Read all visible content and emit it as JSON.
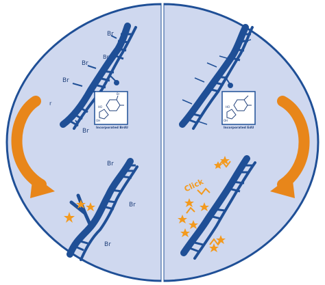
{
  "colors": {
    "background": "#ffffff",
    "panel_fill": "#cfd8ef",
    "panel_border": "#1f4f96",
    "dna": "#1f4f96",
    "divider": "#ffffff",
    "arrow": "#e8861a",
    "star": "#f39a1e",
    "label_text": "#1f3f7a"
  },
  "left_panel": {
    "dna_labels_top": [
      "Br",
      "Br",
      "Br",
      "Br",
      "Br"
    ],
    "structure_caption": "Incorporated BrdU",
    "dna_labels_bottom": [
      "Br",
      "Br",
      "Br"
    ],
    "icons": [
      "curved-arrow-icon",
      "antibody-icon",
      "star-icon"
    ]
  },
  "right_panel": {
    "structure_caption": "Incorporated EdU",
    "click_label": "Click",
    "icons": [
      "curved-arrow-icon",
      "star-icon",
      "alkyne-icon",
      "azide-dye-icon"
    ]
  }
}
